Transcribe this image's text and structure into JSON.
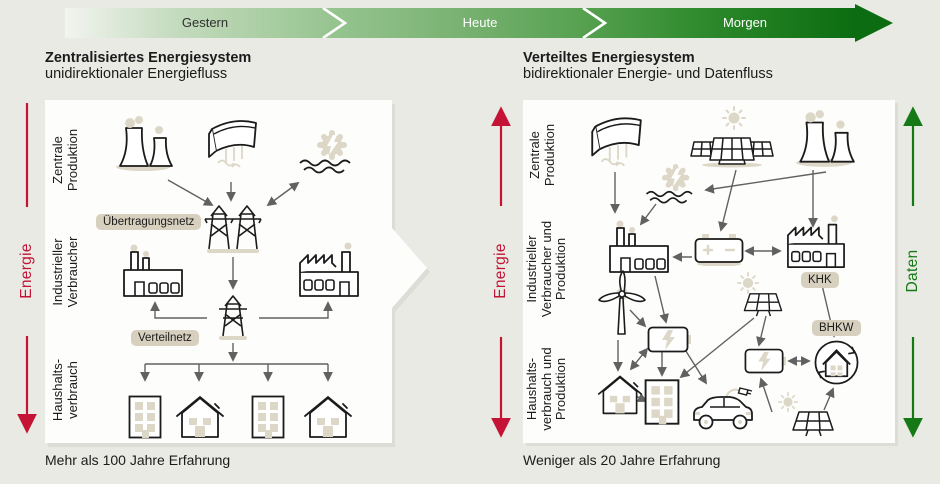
{
  "timeline": {
    "phases": [
      {
        "label": "Gestern",
        "text_color": "#2f2f2f"
      },
      {
        "label": "Heute",
        "text_color": "#ffffff"
      },
      {
        "label": "Morgen",
        "text_color": "#ffffff"
      }
    ],
    "gradient_start": "#f2f4ef",
    "gradient_end": "#0c6c11"
  },
  "left_system": {
    "title": "Zentralisiertes Energiesystem",
    "subtitle": "unidirektionaler Energiefluss",
    "energy_axis": {
      "label": "Energie",
      "color": "#c41334",
      "direction": "unidirectional-down"
    },
    "levels": [
      {
        "label": "Zentrale\nProduktion"
      },
      {
        "label": "Industrieller\nVerbraucher"
      },
      {
        "label": "Haushalts-\nverbrauch"
      }
    ],
    "grid_labels": {
      "transmission": "Übertragungsnetz",
      "distribution": "Verteilnetz"
    },
    "caption": "Mehr als 100 Jahre Erfahrung",
    "icons": [
      "nuclear-plant",
      "hydro-dam",
      "hydro-power",
      "transmission-grid",
      "factory",
      "factory",
      "distribution-tower",
      "apartment",
      "house",
      "apartment",
      "house"
    ]
  },
  "right_system": {
    "title": "Verteiltes Energiesystem",
    "subtitle": "bidirektionaler Energie- und Datenfluss",
    "energy_axis": {
      "label": "Energie",
      "color": "#c41334",
      "direction": "bidirectional"
    },
    "data_axis": {
      "label": "Daten",
      "color": "#157a15",
      "direction": "bidirectional"
    },
    "levels": [
      {
        "label": "Zentrale\nProduktion"
      },
      {
        "label": "Industrieller\nVerbraucher und\nProduktion"
      },
      {
        "label": "Haushalts-\nverbrauch und\nProduktion"
      }
    ],
    "unit_labels": {
      "khk": "KHK",
      "bhkw": "BHKW"
    },
    "caption": "Weniger als 20 Jahre Erfahrung",
    "icons": [
      "hydro-dam",
      "sun",
      "solar-array",
      "nuclear-plant",
      "hydro-power",
      "factory",
      "battery",
      "factory",
      "wind-turbine",
      "home-battery",
      "sun",
      "solar-panel",
      "house",
      "apartment",
      "electric-car",
      "home-battery",
      "smart-home",
      "sun",
      "solar-panel"
    ]
  },
  "colors": {
    "background": "#e9eae4",
    "panel": "#fdfdfb",
    "accent_red": "#c41334",
    "accent_green": "#157a15",
    "pill_bg": "#d7d0bf",
    "beige": "#dcd5c4",
    "arrow_gray": "#616161"
  }
}
